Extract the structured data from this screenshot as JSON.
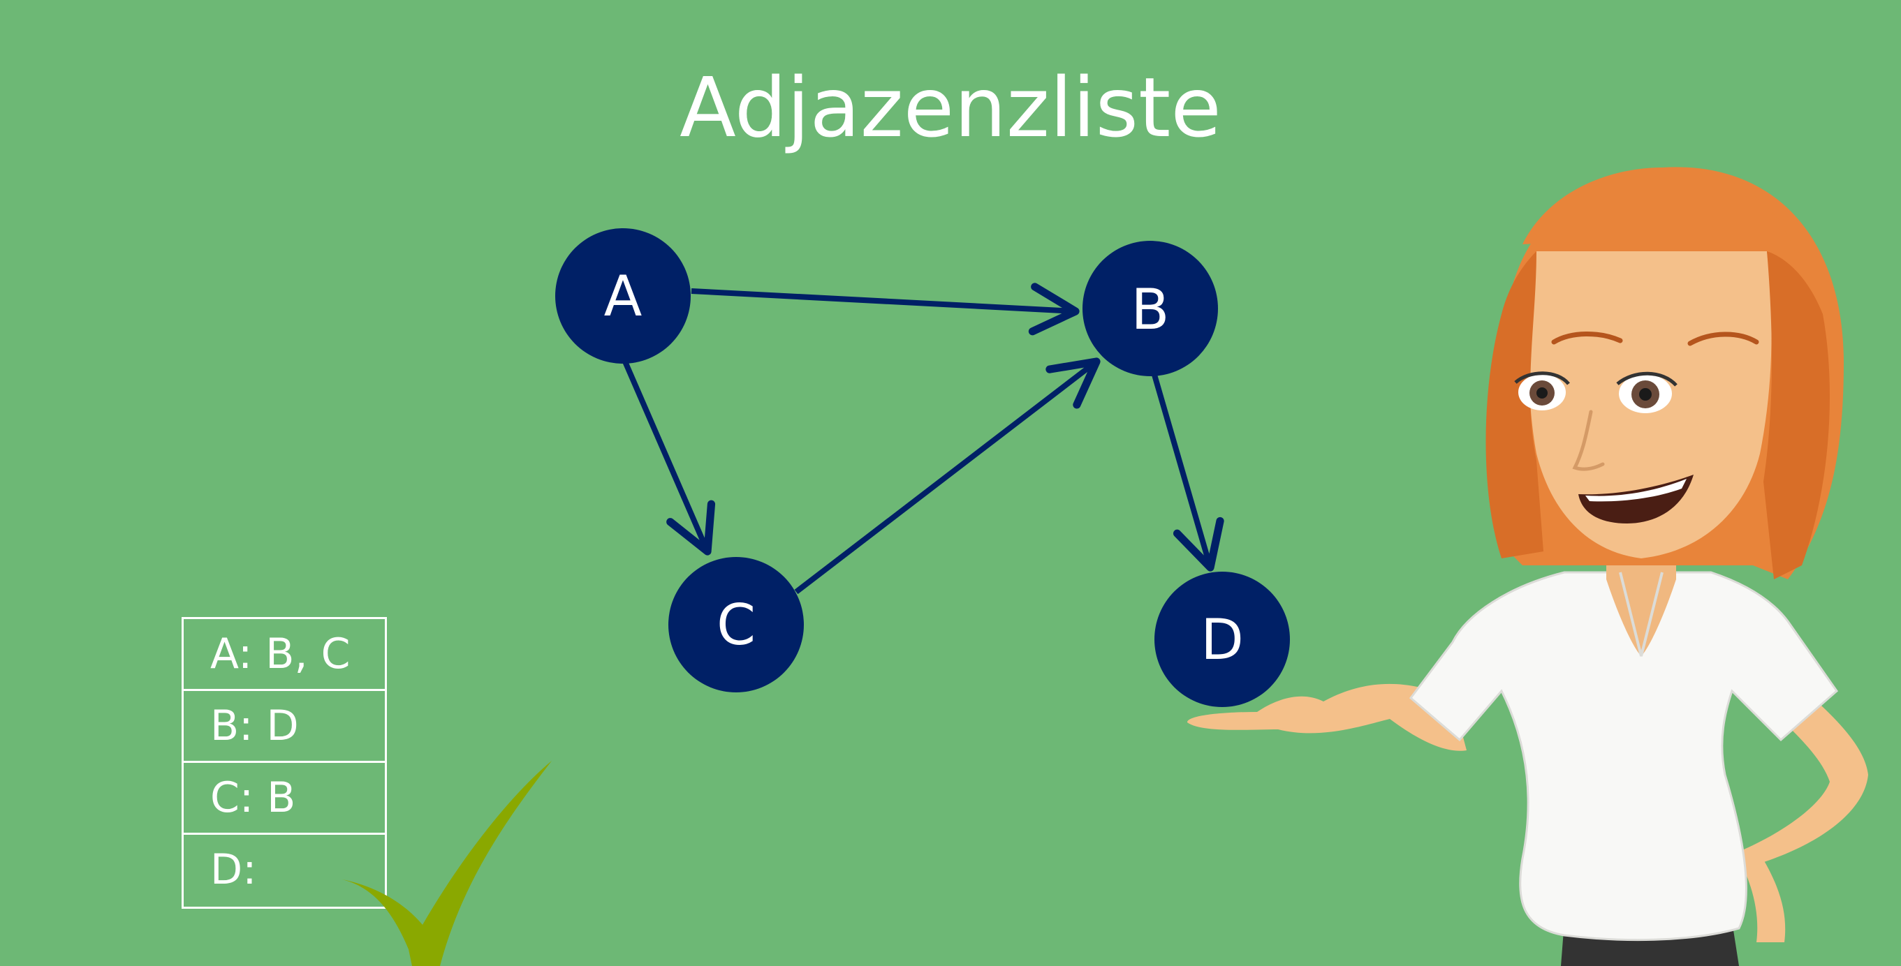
{
  "title": "Adjazenzliste",
  "graph": {
    "nodes": [
      {
        "id": "A",
        "label": "A"
      },
      {
        "id": "B",
        "label": "B"
      },
      {
        "id": "C",
        "label": "C"
      },
      {
        "id": "D",
        "label": "D"
      }
    ],
    "edges": [
      {
        "from": "A",
        "to": "B"
      },
      {
        "from": "A",
        "to": "C"
      },
      {
        "from": "C",
        "to": "B"
      },
      {
        "from": "B",
        "to": "D"
      }
    ],
    "node_color": "#002066",
    "edge_color": "#002066"
  },
  "adjacency_list": [
    {
      "text": "A: B, C"
    },
    {
      "text": "B: D"
    },
    {
      "text": "C: B"
    },
    {
      "text": "D:"
    }
  ],
  "colors": {
    "background": "#6db875",
    "checkmark": "#8aa800",
    "hair": "#e8843a",
    "skin": "#f4c08a",
    "shirt": "#f8f8f6"
  },
  "icons": {
    "checkmark": "checkmark-icon",
    "presenter": "presenter-illustration"
  }
}
